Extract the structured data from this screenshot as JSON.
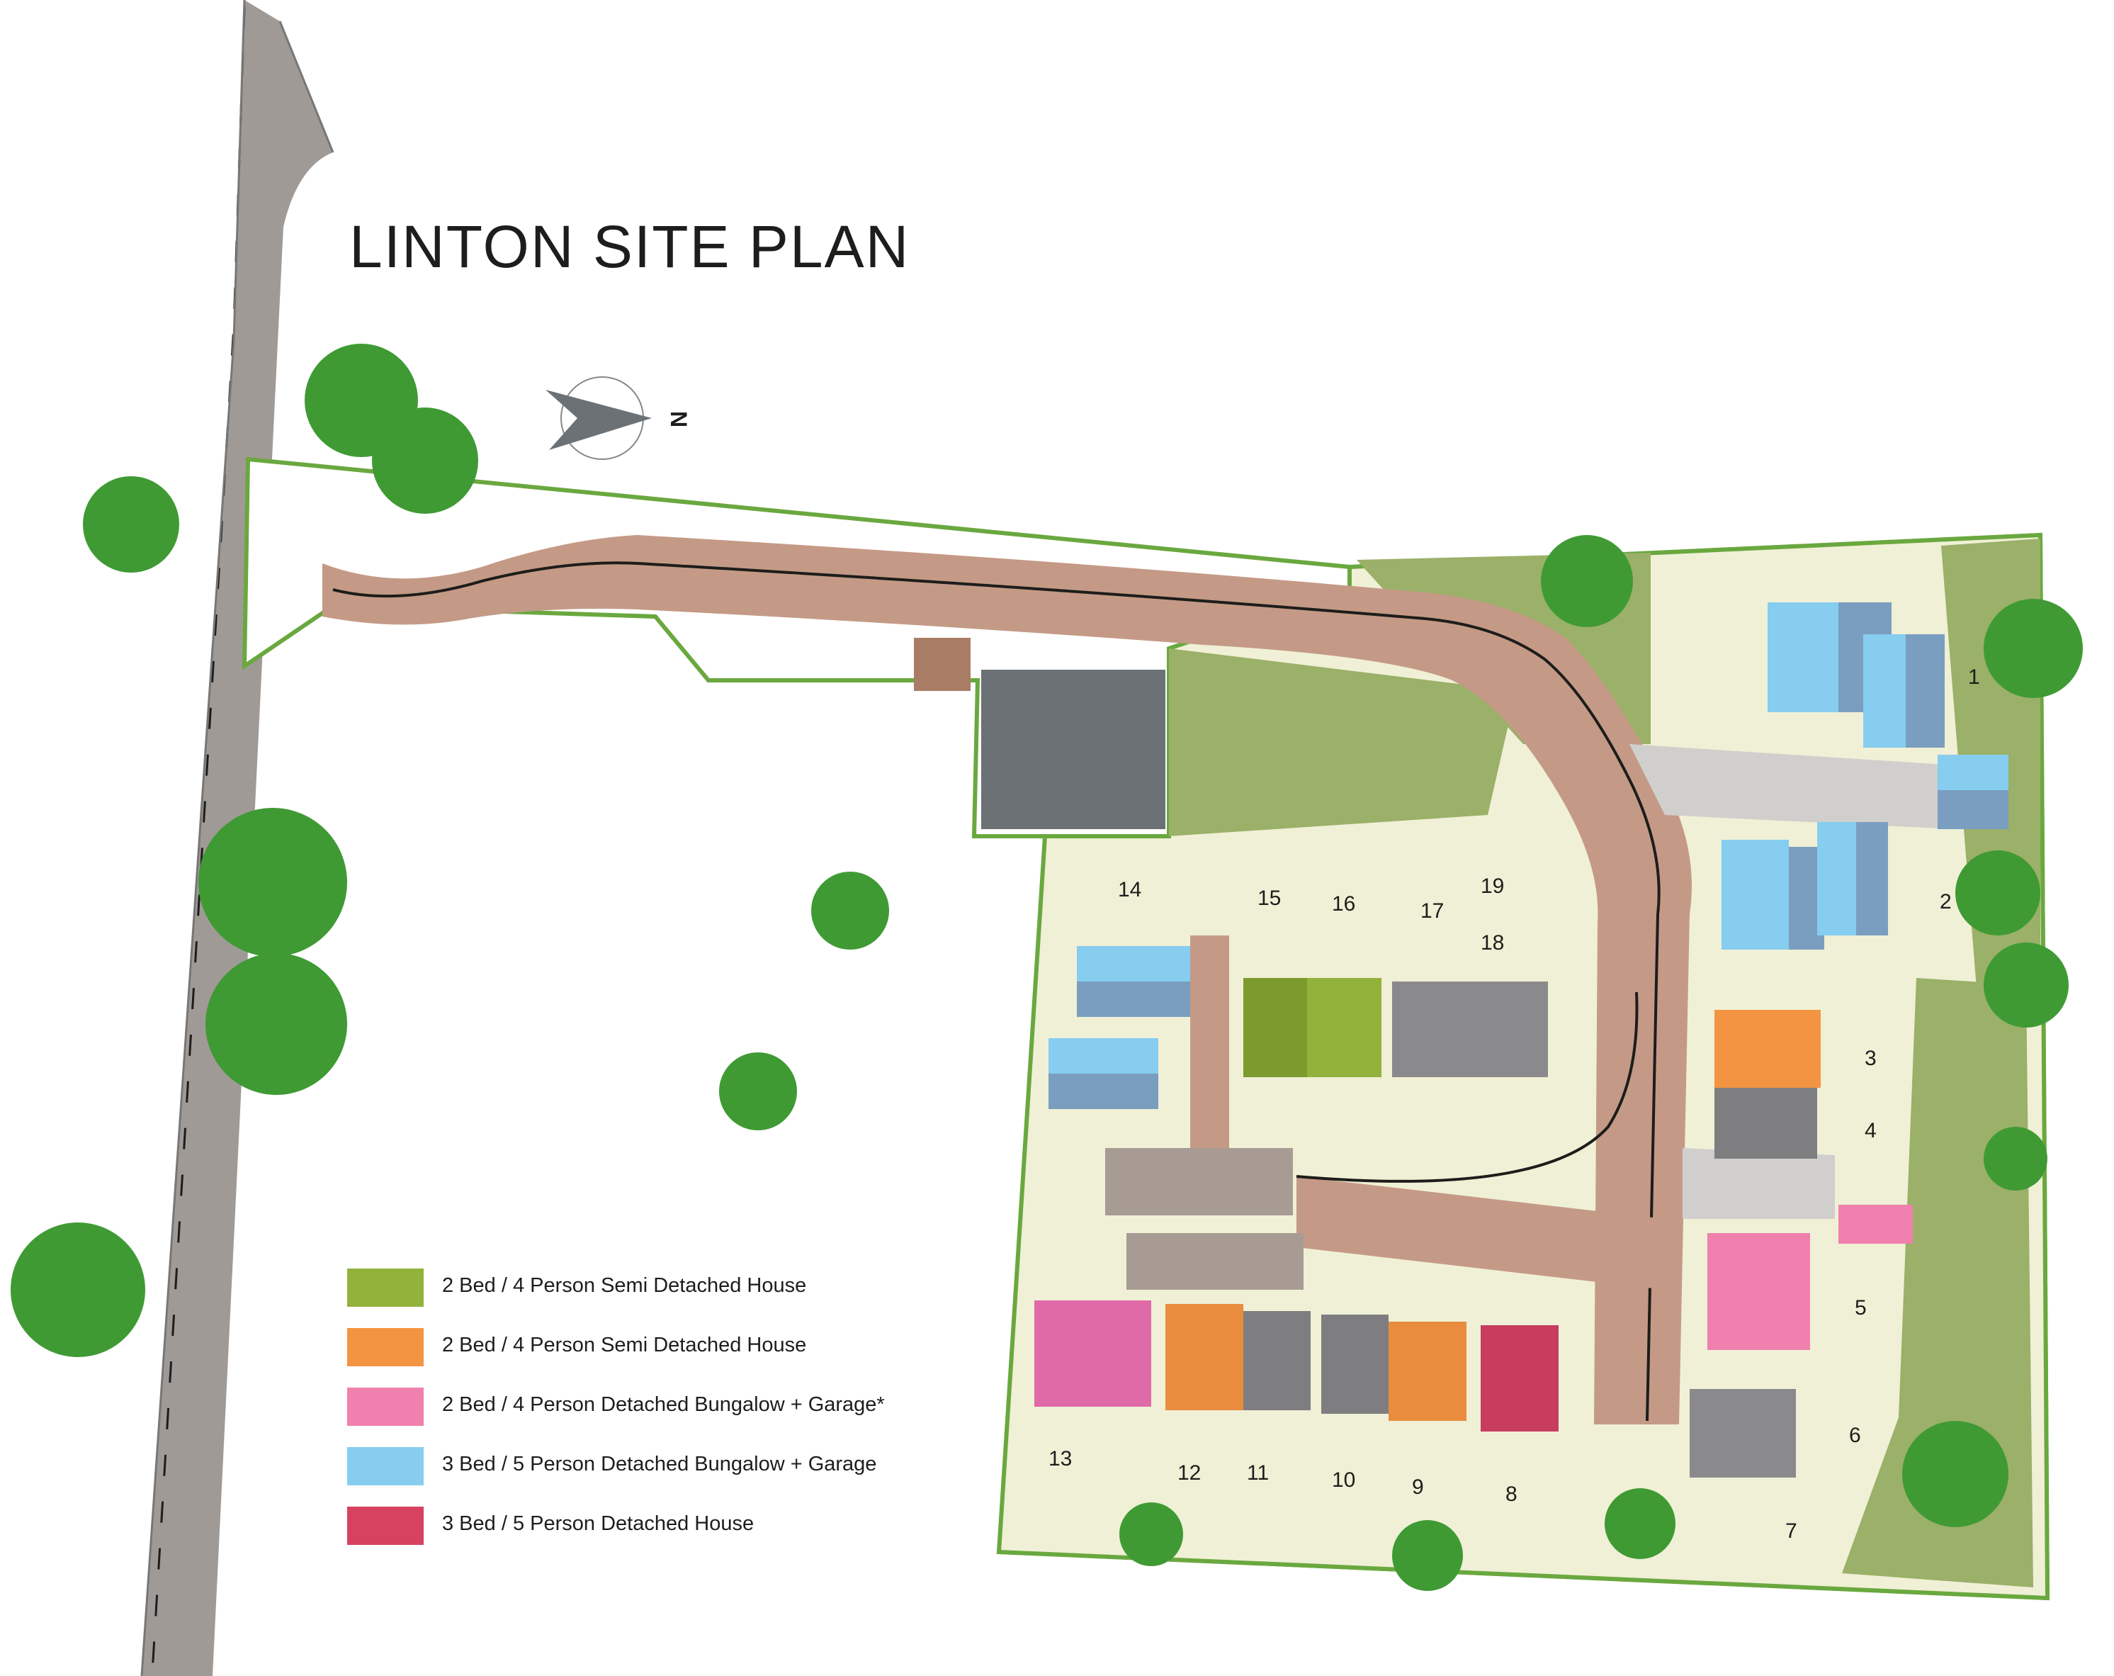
{
  "title": "LINTON SITE PLAN",
  "compass": {
    "label": "N"
  },
  "legend": [
    {
      "label": "2 Bed / 4 Person Semi Detached House",
      "color": "#93b23b"
    },
    {
      "label": "2 Bed / 4 Person Semi Detached House",
      "color": "#f39442"
    },
    {
      "label": "2 Bed / 4 Person Detached Bungalow + Garage*",
      "color": "#f080ad"
    },
    {
      "label": "3 Bed / 5 Person Detached Bungalow + Garage",
      "color": "#86cdf0"
    },
    {
      "label": "3 Bed / 5 Person Detached House",
      "color": "#d6425f"
    }
  ],
  "plots": [
    "1",
    "2",
    "3",
    "4",
    "5",
    "6",
    "7",
    "8",
    "9",
    "10",
    "11",
    "12",
    "13",
    "14",
    "15",
    "16",
    "17",
    "18",
    "19"
  ],
  "colors": {
    "road": "#a09a96",
    "access_road": "#c49a86",
    "boundary": "#6aa83f",
    "grass": "#9bb068",
    "garden": "#f0f0d6",
    "tree": "#3f9a34",
    "parking": "#9a8f89",
    "car_park": "#6b7175",
    "house_grey": "#7e7e80"
  }
}
